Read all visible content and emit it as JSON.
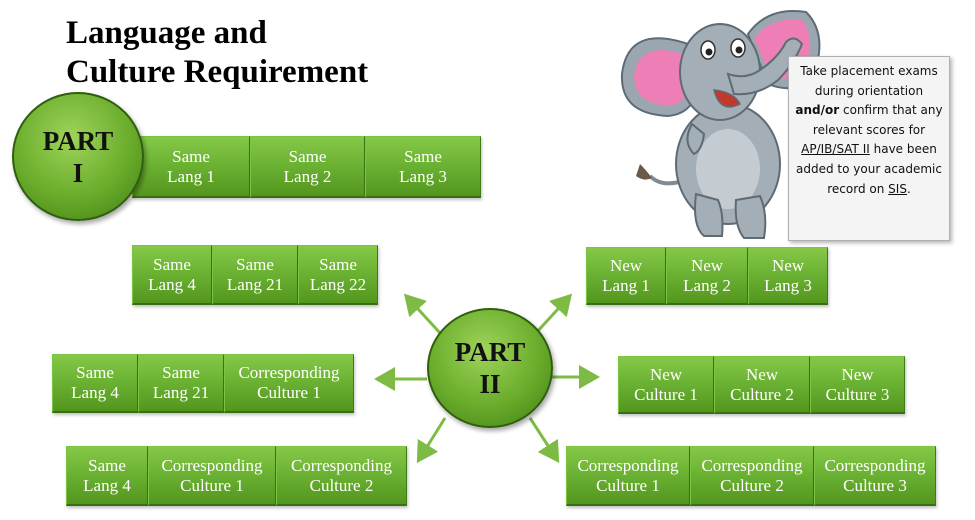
{
  "title": {
    "line1": "Language and",
    "line2": "Culture Requirement"
  },
  "part1": {
    "label": "PART\nI",
    "rows": [
      [
        "Same\nLang 1",
        "Same\nLang 2",
        "Same\nLang 3"
      ],
      [
        "Same\nLang 4",
        "Same\nLang 21",
        "Same\nLang 22"
      ]
    ]
  },
  "part2": {
    "label": "PART\nII",
    "left_rows": [
      [
        "Same\nLang 4",
        "Same\nLang 21",
        "Corresponding\nCulture 1"
      ],
      [
        "Same\nLang 4",
        "Corresponding\nCulture 1",
        "Corresponding\nCulture 2"
      ]
    ],
    "right_rows": [
      [
        "New\nLang 1",
        "New\nLang 2",
        "New\nLang 3"
      ],
      [
        "New\nCulture 1",
        "New\nCulture 2",
        "New\nCulture 3"
      ],
      [
        "Corresponding\nCulture 1",
        "Corresponding\nCulture 2",
        "Corresponding\nCulture 3"
      ]
    ]
  },
  "note": {
    "part1": "Take placement exams during orientation ",
    "emphasis": "and/or",
    "part2": " confirm that any relevant scores for ",
    "underlined": "AP/IB/SAT II",
    "part3": " have been added to your academic record on ",
    "underlined2": "SIS",
    "part4": "."
  },
  "colors": {
    "box_green": "#6cb334",
    "circle_green": "#6aac2b",
    "arrow_green": "#7dbb45"
  },
  "icons": {
    "mascot": "elephant-icon"
  }
}
